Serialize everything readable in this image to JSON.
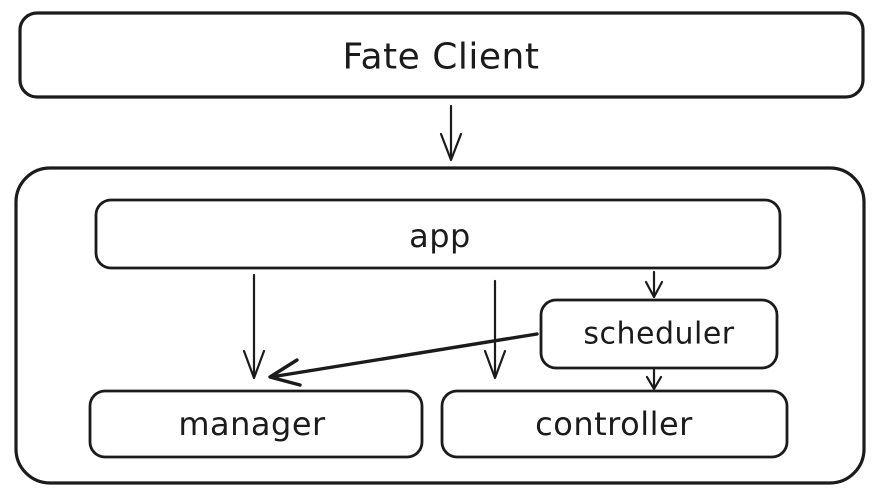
{
  "diagram": {
    "type": "architecture-flow",
    "background": "#ffffff",
    "stroke_color": "#1b1b1b",
    "nodes": {
      "fate_client": {
        "label": "Fate Client"
      },
      "container": {
        "label": ""
      },
      "app": {
        "label": "app"
      },
      "scheduler": {
        "label": "scheduler"
      },
      "manager": {
        "label": "manager"
      },
      "controller": {
        "label": "controller"
      }
    },
    "edges": [
      {
        "from": "Fate Client",
        "to": "container"
      },
      {
        "from": "app",
        "to": "manager"
      },
      {
        "from": "app",
        "to": "controller"
      },
      {
        "from": "app",
        "to": "scheduler"
      },
      {
        "from": "scheduler",
        "to": "manager"
      },
      {
        "from": "scheduler",
        "to": "controller"
      }
    ]
  }
}
